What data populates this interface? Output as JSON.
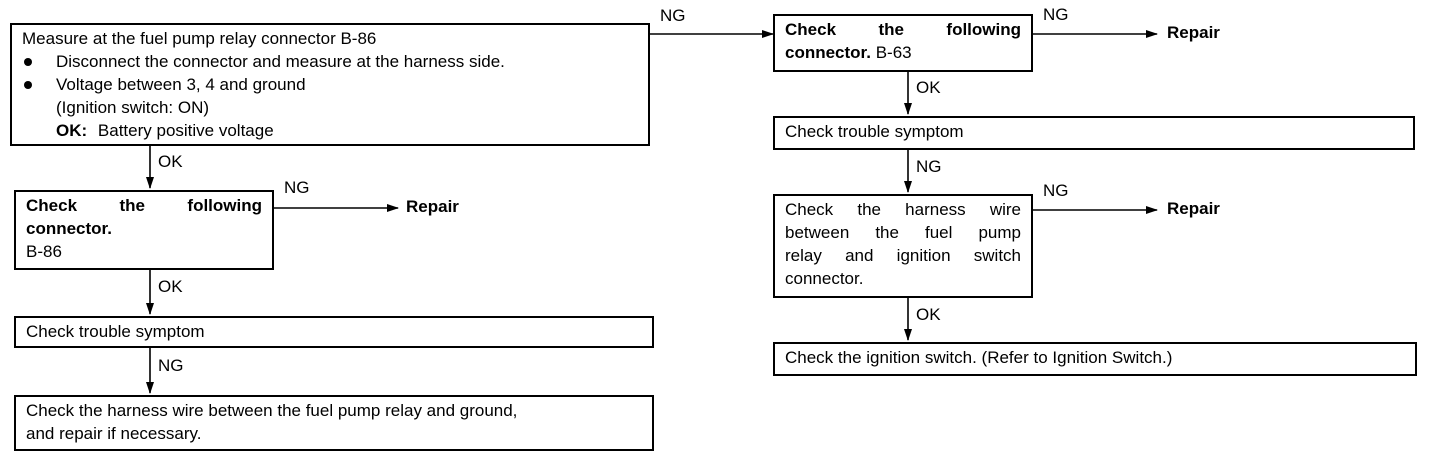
{
  "nodes": {
    "main_check": {
      "title": "Measure at the fuel pump relay connector B-86",
      "bullets": [
        "Disconnect the connector and measure at the harness side.",
        "Voltage between 3, 4 and ground"
      ],
      "condition": "(Ignition switch: ON)",
      "ok_key": "OK:",
      "ok_value": "Battery positive voltage"
    },
    "left_connector": {
      "line1": "Check the following",
      "line2": "connector.",
      "line3": "B-86"
    },
    "left_trouble": {
      "text": "Check trouble symptom"
    },
    "left_harness": {
      "line1": "Check the harness wire between the fuel pump relay and ground,",
      "line2": "and repair if necessary."
    },
    "right_connector": {
      "line1": "Check the following",
      "line2_bold": "connector.",
      "line2_rest": "B-63"
    },
    "right_trouble": {
      "text": "Check trouble symptom"
    },
    "right_harness": {
      "lines": [
        "Check the harness wire",
        "between the fuel pump",
        "relay and ignition switch",
        "connector."
      ]
    },
    "right_ignition": {
      "text": "Check the ignition switch. (Refer to Ignition Switch.)"
    }
  },
  "labels": {
    "ok": "OK",
    "ng": "NG",
    "repair": "Repair"
  }
}
